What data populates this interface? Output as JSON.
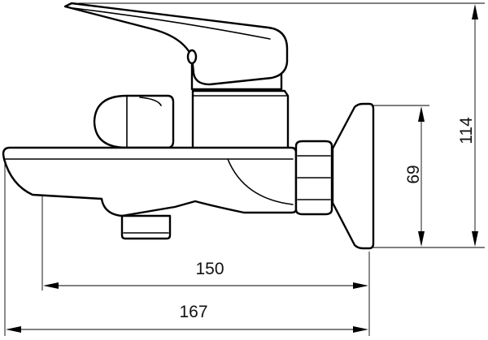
{
  "dimensions": {
    "overall_height": "114",
    "connection_height": "69",
    "spout_length": "150",
    "overall_length": "167"
  }
}
